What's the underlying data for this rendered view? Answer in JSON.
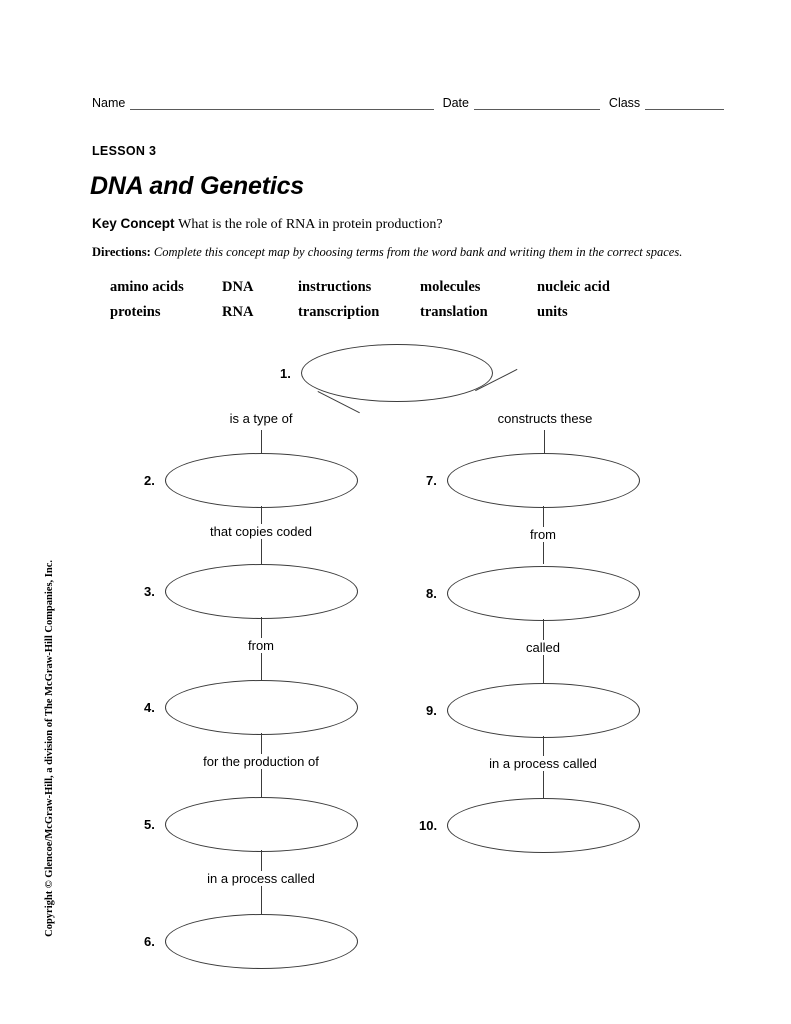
{
  "header": {
    "name_label": "Name",
    "date_label": "Date",
    "class_label": "Class"
  },
  "lesson": {
    "eyebrow": "LESSON 3",
    "title": "DNA and Genetics"
  },
  "key_concept": {
    "lead": "Key Concept",
    "question": "What is the role of RNA in protein production?"
  },
  "directions": {
    "lead": "Directions:",
    "text": "Complete this concept map by choosing terms from the word bank and writing them in the correct spaces."
  },
  "word_bank": {
    "row1": [
      "amino acids",
      "DNA",
      "instructions",
      "molecules",
      "nucleic acid"
    ],
    "row2": [
      "proteins",
      "RNA",
      "transcription",
      "translation",
      "units"
    ]
  },
  "concept_map": {
    "nodes": [
      {
        "number": "1.",
        "answer": ""
      },
      {
        "number": "2.",
        "answer": ""
      },
      {
        "number": "3.",
        "answer": ""
      },
      {
        "number": "4.",
        "answer": ""
      },
      {
        "number": "5.",
        "answer": ""
      },
      {
        "number": "6.",
        "answer": ""
      },
      {
        "number": "7.",
        "answer": ""
      },
      {
        "number": "8.",
        "answer": ""
      },
      {
        "number": "9.",
        "answer": ""
      },
      {
        "number": "10.",
        "answer": ""
      }
    ],
    "edge_labels": {
      "branch_left": "is a type of",
      "branch_right": "constructs these",
      "left_2_3": "that copies coded",
      "left_3_4": "from",
      "left_4_5": "for the production of",
      "left_5_6": "in a process called",
      "right_7_8": "from",
      "right_8_9": "called",
      "right_9_10": "in a process called"
    }
  },
  "copyright": "Copyright © Glencoe/McGraw-Hill, a division of The McGraw-Hill Companies, Inc.",
  "colors": {
    "stroke": "#3c3c3c",
    "rule": "#5a5a5a",
    "text": "#000000",
    "background": "#ffffff"
  }
}
